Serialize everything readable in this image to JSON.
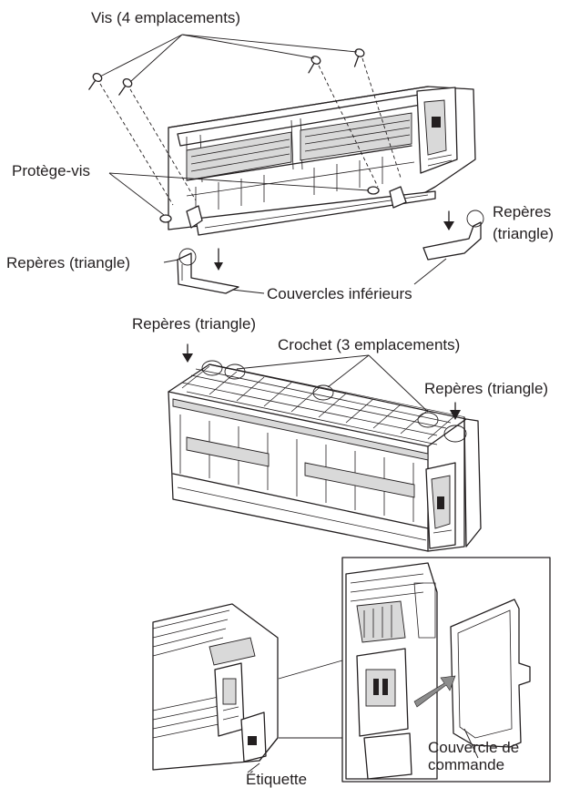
{
  "figure1": {
    "screws_label": "Vis (4 emplacements)",
    "screw_cap_label": "Protège-vis",
    "marks_right_line1": "Repères",
    "marks_right_line2": "(triangle)",
    "marks_left_label": "Repères (triangle)",
    "bottom_covers_label": "Couvercles inférieurs"
  },
  "figure2": {
    "marks_top_left_label": "Repères (triangle)",
    "hook_label": "Crochet (3 emplacements)",
    "marks_right_label": "Repères (triangle)"
  },
  "figure3": {
    "control_cover_line1": "Couvercle de",
    "control_cover_line2": "commande",
    "label_label": "Étiquette"
  }
}
